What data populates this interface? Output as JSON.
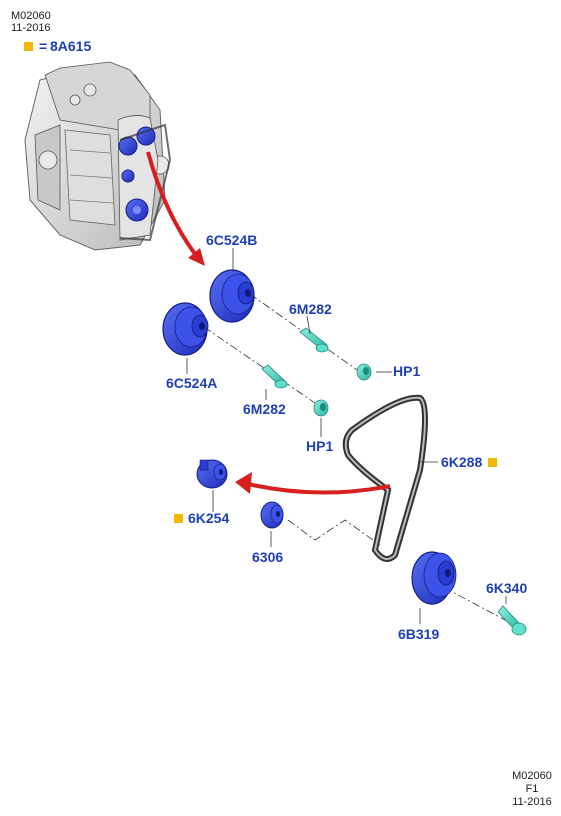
{
  "header": {
    "code": "M02060",
    "date": "11-2016"
  },
  "parent_ref": {
    "equals": "=",
    "label": "8A615"
  },
  "callouts": {
    "vct_upper": "6C524B",
    "vct_lower": "6C524A",
    "bolt_upper": "6M282",
    "bolt_lower": "6M282",
    "hp1_upper": "HP1",
    "hp1_lower": "HP1",
    "belt": "6K288",
    "tensioner": "6K254",
    "crank_gear": "6306",
    "damper": "6B319",
    "damper_bolt": "6K340"
  },
  "footer": {
    "code": "M02060",
    "rev": "F1",
    "date": "11-2016"
  },
  "colors": {
    "callout_text": "#1f3fb3",
    "badge": "#f2b705",
    "arrow": "#d71f1f",
    "part_blue": "#2f45e0",
    "part_teal": "#4fd6c2"
  }
}
